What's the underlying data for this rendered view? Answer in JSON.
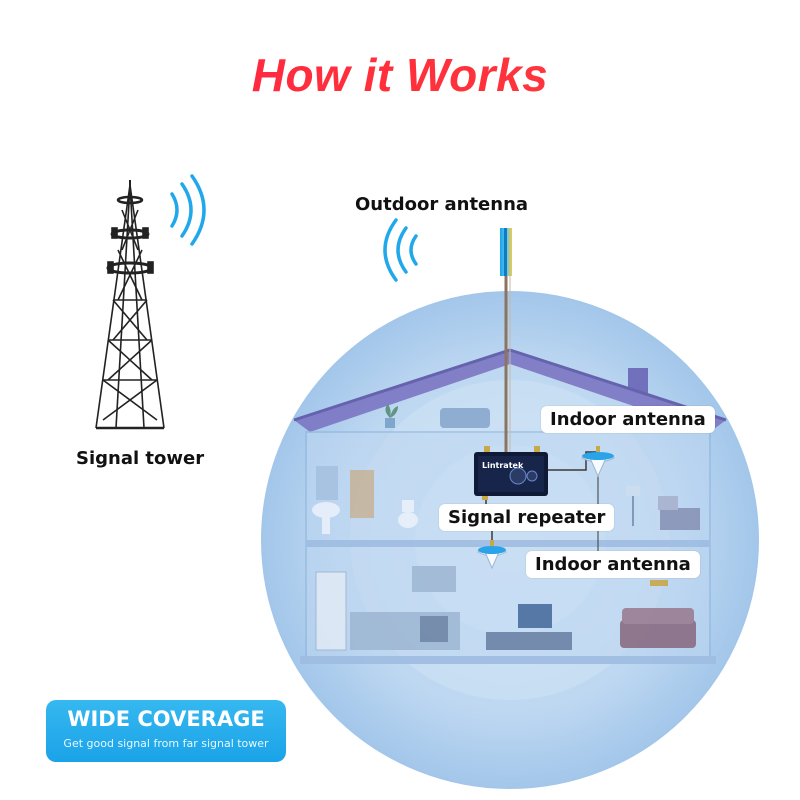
{
  "title": "How it Works",
  "labels": {
    "signal_tower": "Signal tower",
    "outdoor_antenna": "Outdoor antenna",
    "indoor_antenna_top": "Indoor antenna",
    "signal_repeater": "Signal repeater",
    "indoor_antenna_bottom": "Indoor antenna"
  },
  "repeater_brand": "Lintratek",
  "coverage": {
    "title": "WIDE COVERAGE",
    "subtitle": "Get good signal from far signal tower"
  },
  "colors": {
    "title": "#ff2340",
    "accent": "#1aa3e8",
    "coverage_circle": "#a9cdee",
    "roof": "#7d78c4"
  }
}
